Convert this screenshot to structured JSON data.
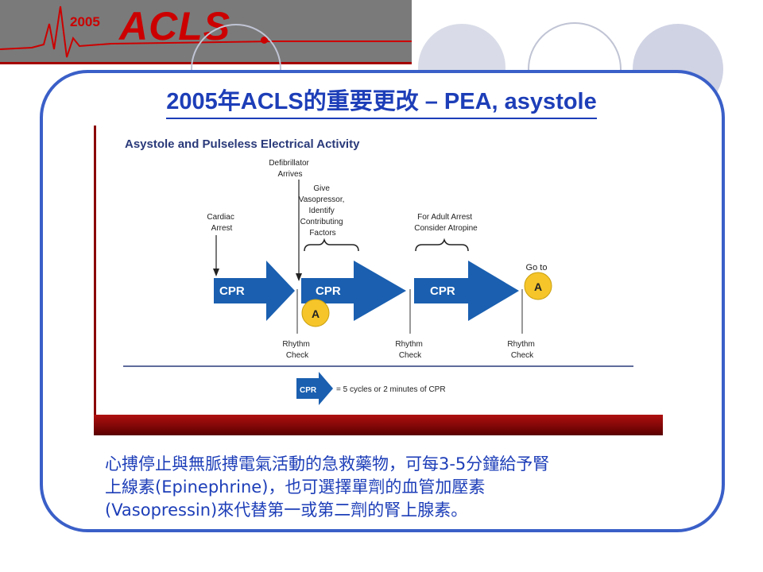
{
  "header": {
    "year": "2005",
    "logo": "ACLS"
  },
  "slide": {
    "title": "2005年ACLS的重要更改 – PEA, asystole",
    "body_lines": [
      "心搏停止與無脈搏電氣活動的急救藥物，可每3-5分鐘給予腎",
      "上線素(Epinephrine)，也可選擇單劑的血管加壓素",
      "(Vasopressin)來代替第一或第二劑的腎上腺素。"
    ]
  },
  "figure": {
    "title": "Asystole and Pulseless Electrical Activity",
    "labels": {
      "defib": [
        "Defibrillator",
        "Arrives"
      ],
      "give": [
        "Give",
        "Vasopressor,",
        "Identify",
        "Contributing",
        "Factors"
      ],
      "cardiac": [
        "Cardiac",
        "Arrest"
      ],
      "adult": [
        "For Adult Arrest",
        "Consider Atropine"
      ],
      "goto": "Go to",
      "a_marker": "A"
    },
    "cpr_label": "CPR",
    "rhythm_check": [
      "Rhythm",
      "Check"
    ],
    "legend": "= 5 cycles or 2 minutes of CPR",
    "colors": {
      "arrow": "#1a5fb0",
      "marker": "#f5c52a",
      "title": "#2a3a7a"
    }
  }
}
